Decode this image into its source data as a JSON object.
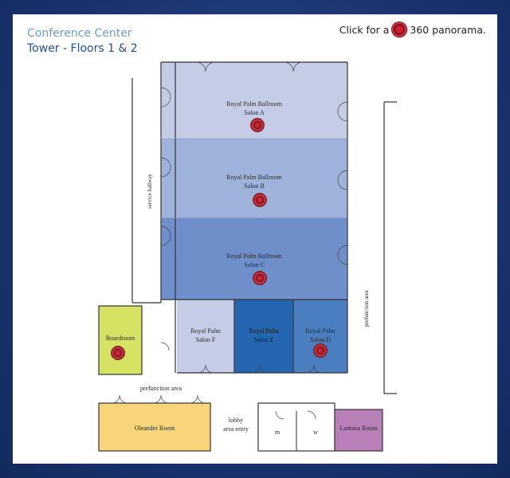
{
  "header": {
    "title": "Conference Center",
    "subtitle": "Tower - Floors 1 & 2",
    "hint_prefix": "Click for a",
    "hint_suffix": "360 panorama."
  },
  "rooms": {
    "salon_a": [
      "Royal Palm Ballroom",
      "Salon A"
    ],
    "salon_b": [
      "Royal Palm Ballroom",
      "Salon B"
    ],
    "salon_c": [
      "Royal Palm Ballroom",
      "Salon C"
    ],
    "salon_f": [
      "Royal Palm",
      "Salon F"
    ],
    "salon_e": [
      "Royal Palm",
      "Salon E"
    ],
    "salon_d": [
      "Royal Palm",
      "Salon D"
    ],
    "boardroom": "Boardroom",
    "oleander": "Oleander Room",
    "lantana": "Lantana Room"
  },
  "areas": {
    "service_hallway": "service hallway",
    "prefunction_right": "prefunction area",
    "prefunction_bottom": "prefunction area",
    "lobby": [
      "lobby",
      "area entry"
    ],
    "restroom_m": "m",
    "restroom_w": "w"
  },
  "colors": {
    "salon_a": "#c5cde6",
    "salon_b": "#9eb2db",
    "salon_c": "#6e8fc9",
    "salon_f": "#c5cde6",
    "salon_e": "#2566b0",
    "salon_d": "#4b7ec0",
    "boardroom": "#d6e264",
    "oleander": "#f8d47a",
    "lantana": "#b97fb8",
    "panorama_marker": "#c8323c"
  }
}
